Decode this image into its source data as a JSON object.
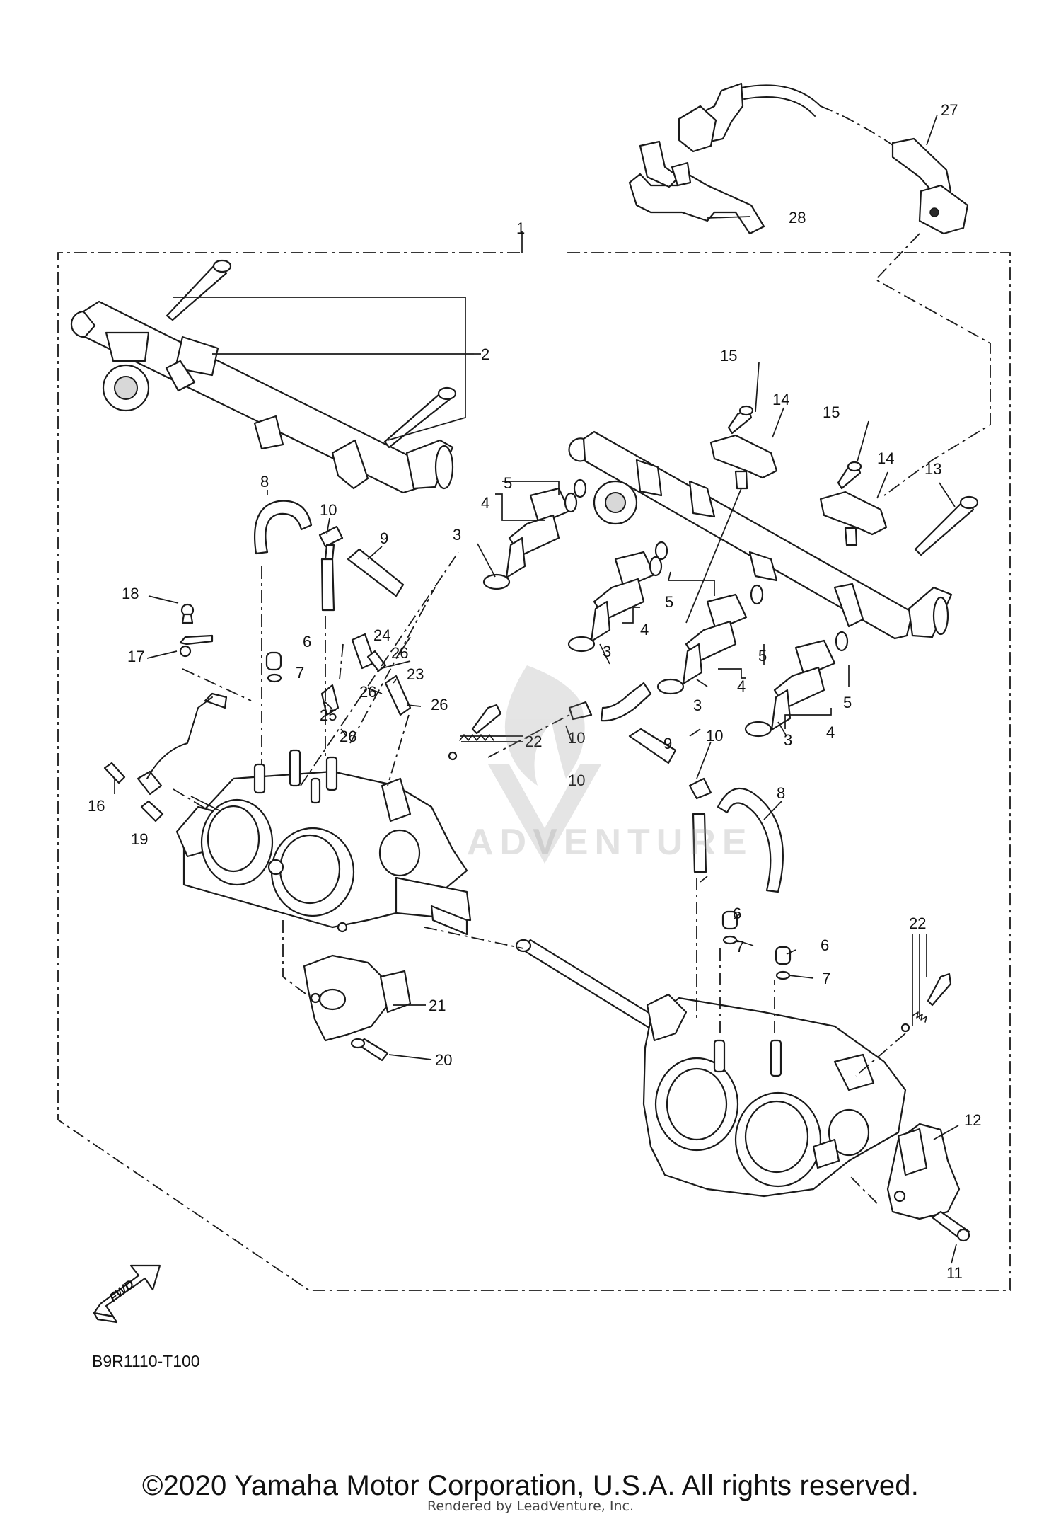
{
  "diagram": {
    "title_code": "B9R1110-T100",
    "copyright": "©2020 Yamaha Motor Corporation, U.S.A. All rights reserved.",
    "rendered_by": "Rendered by LeadVenture, Inc.",
    "watermark": "ADVENTURE",
    "fwd_label": "FWD",
    "callouts": [
      "1",
      "2",
      "3",
      "3",
      "3",
      "3",
      "4",
      "4",
      "4",
      "4",
      "5",
      "5",
      "5",
      "5",
      "6",
      "6",
      "6",
      "7",
      "7",
      "7",
      "8",
      "8",
      "9",
      "9",
      "10",
      "10",
      "10",
      "10",
      "11",
      "12",
      "13",
      "14",
      "14",
      "15",
      "15",
      "16",
      "17",
      "18",
      "19",
      "20",
      "21",
      "22",
      "22",
      "23",
      "24",
      "25",
      "26",
      "26",
      "26",
      "26",
      "27",
      "28"
    ]
  }
}
